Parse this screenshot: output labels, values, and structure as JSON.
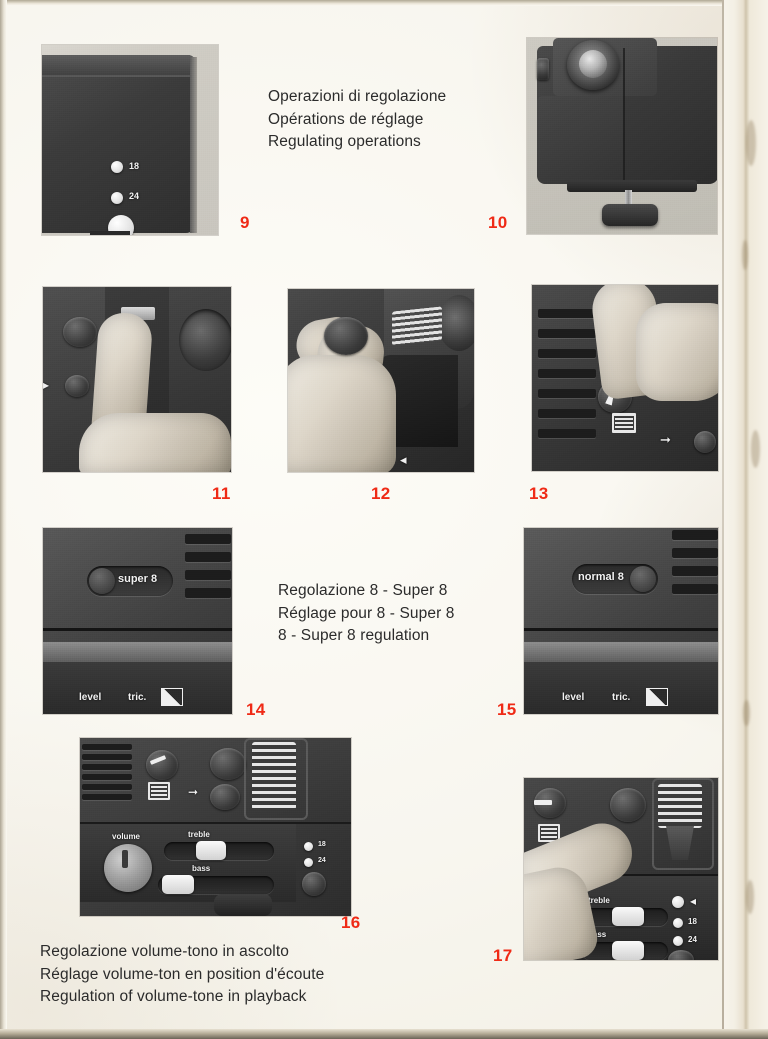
{
  "page": {
    "background_color": "#f8f6ef",
    "accent_color": "#ef2a16",
    "document_type": "projector-instruction-manual-page"
  },
  "captions": {
    "regulating_operations": {
      "it": "Operazioni di regolazione",
      "fr": "Opérations de réglage",
      "en": "Regulating operations"
    },
    "super8_regulation": {
      "it": "Regolazione 8 - Super 8",
      "fr": "Réglage pour 8 - Super 8",
      "en": "8 - Super 8 regulation"
    },
    "volume_tone": {
      "it": "Regolazione volume-tono in ascolto",
      "fr": "Réglage volume-ton en position d'écoute",
      "en": "Regulation of volume-tone in playback"
    }
  },
  "figures": [
    {
      "number": "9",
      "alt": "projector top panel with 18 and 24 speed buttons"
    },
    {
      "number": "10",
      "alt": "projector front with lens and tilt foot"
    },
    {
      "number": "11",
      "alt": "hand pressing control on projector side"
    },
    {
      "number": "12",
      "alt": "hand turning lens focus ring"
    },
    {
      "number": "13",
      "alt": "hand adjusting framing knob near film icon"
    },
    {
      "number": "14",
      "alt": "switch set to super 8 position"
    },
    {
      "number": "15",
      "alt": "switch set to normal 8 position"
    },
    {
      "number": "16",
      "alt": "control panel with volume knob, treble and bass sliders"
    },
    {
      "number": "17",
      "alt": "finger pressing control above treble and bass sliders"
    }
  ],
  "device_labels": {
    "speed_18": "18",
    "speed_24": "24",
    "super8": "super 8",
    "normal8": "normal 8",
    "level": "level",
    "tric": "tric.",
    "volume": "volume",
    "treble": "treble",
    "bass": "bass"
  }
}
